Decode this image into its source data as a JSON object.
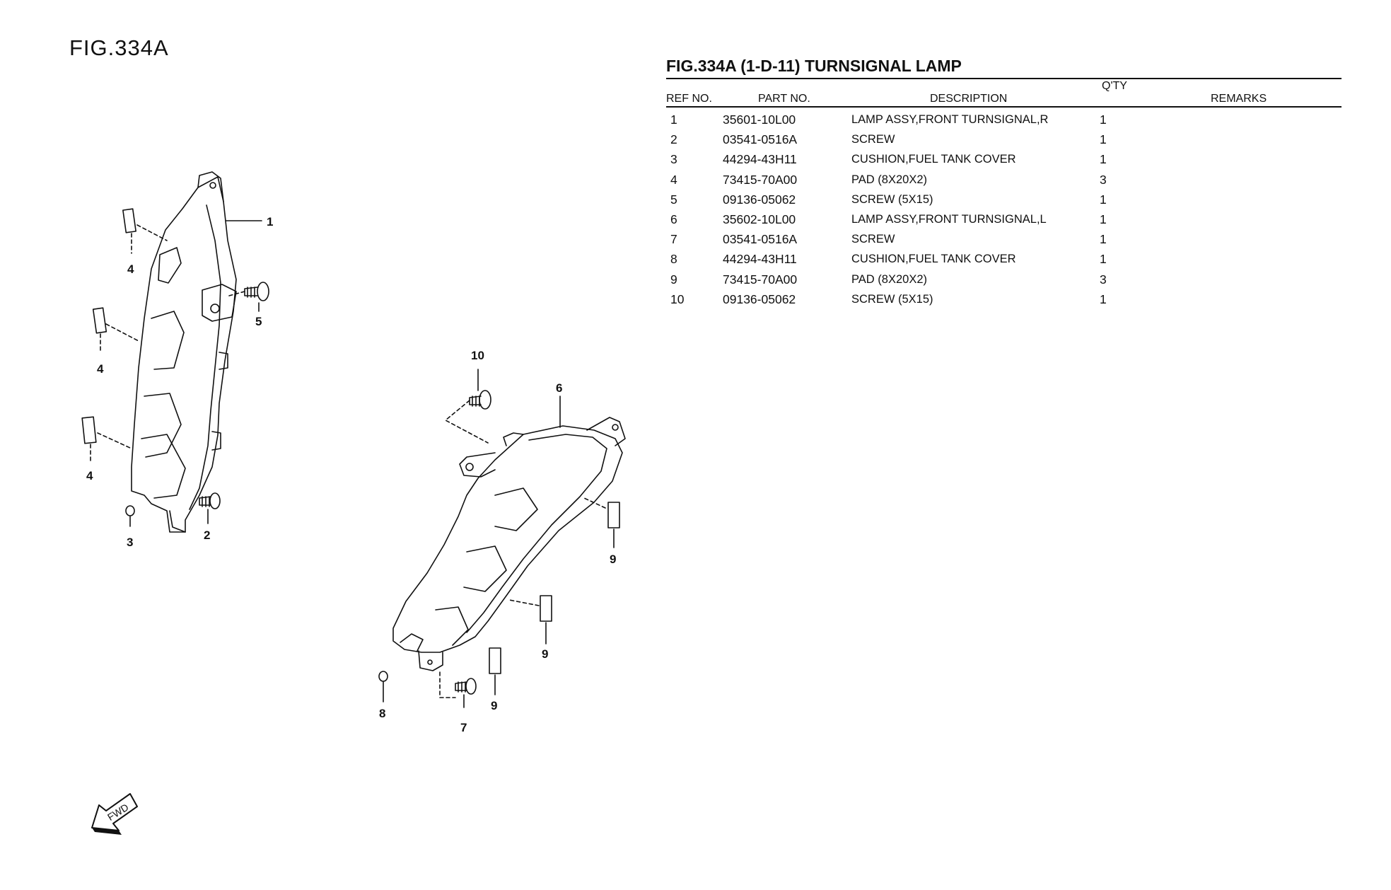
{
  "figure_label": "FIG.334A",
  "table": {
    "title": "FIG.334A (1-D-11) TURNSIGNAL LAMP",
    "headers": {
      "ref_no": "REF NO.",
      "part_no": "PART NO.",
      "description": "DESCRIPTION",
      "qty": "Q'TY",
      "remarks": "REMARKS"
    },
    "rows": [
      {
        "ref": "1",
        "part": "35601-10L00",
        "desc": "LAMP ASSY,FRONT TURNSIGNAL,R",
        "qty": "1",
        "remarks": ""
      },
      {
        "ref": "2",
        "part": "03541-0516A",
        "desc": "SCREW",
        "qty": "1",
        "remarks": ""
      },
      {
        "ref": "3",
        "part": "44294-43H11",
        "desc": "CUSHION,FUEL TANK COVER",
        "qty": "1",
        "remarks": ""
      },
      {
        "ref": "4",
        "part": "73415-70A00",
        "desc": "PAD (8X20X2)",
        "qty": "3",
        "remarks": ""
      },
      {
        "ref": "5",
        "part": "09136-05062",
        "desc": "SCREW (5X15)",
        "qty": "1",
        "remarks": ""
      },
      {
        "ref": "6",
        "part": "35602-10L00",
        "desc": "LAMP ASSY,FRONT TURNSIGNAL,L",
        "qty": "1",
        "remarks": ""
      },
      {
        "ref": "7",
        "part": "03541-0516A",
        "desc": "SCREW",
        "qty": "1",
        "remarks": ""
      },
      {
        "ref": "8",
        "part": "44294-43H11",
        "desc": "CUSHION,FUEL TANK COVER",
        "qty": "1",
        "remarks": ""
      },
      {
        "ref": "9",
        "part": "73415-70A00",
        "desc": "PAD (8X20X2)",
        "qty": "3",
        "remarks": ""
      },
      {
        "ref": "10",
        "part": "09136-05062",
        "desc": "SCREW (5X15)",
        "qty": "1",
        "remarks": ""
      }
    ]
  },
  "diagram": {
    "callouts": {
      "c1": "1",
      "c2": "2",
      "c3": "3",
      "c4a": "4",
      "c4b": "4",
      "c4c": "4",
      "c5": "5",
      "c6": "6",
      "c7": "7",
      "c8": "8",
      "c9a": "9",
      "c9b": "9",
      "c9c": "9",
      "c10": "10"
    },
    "fwd_label": "FWD"
  }
}
